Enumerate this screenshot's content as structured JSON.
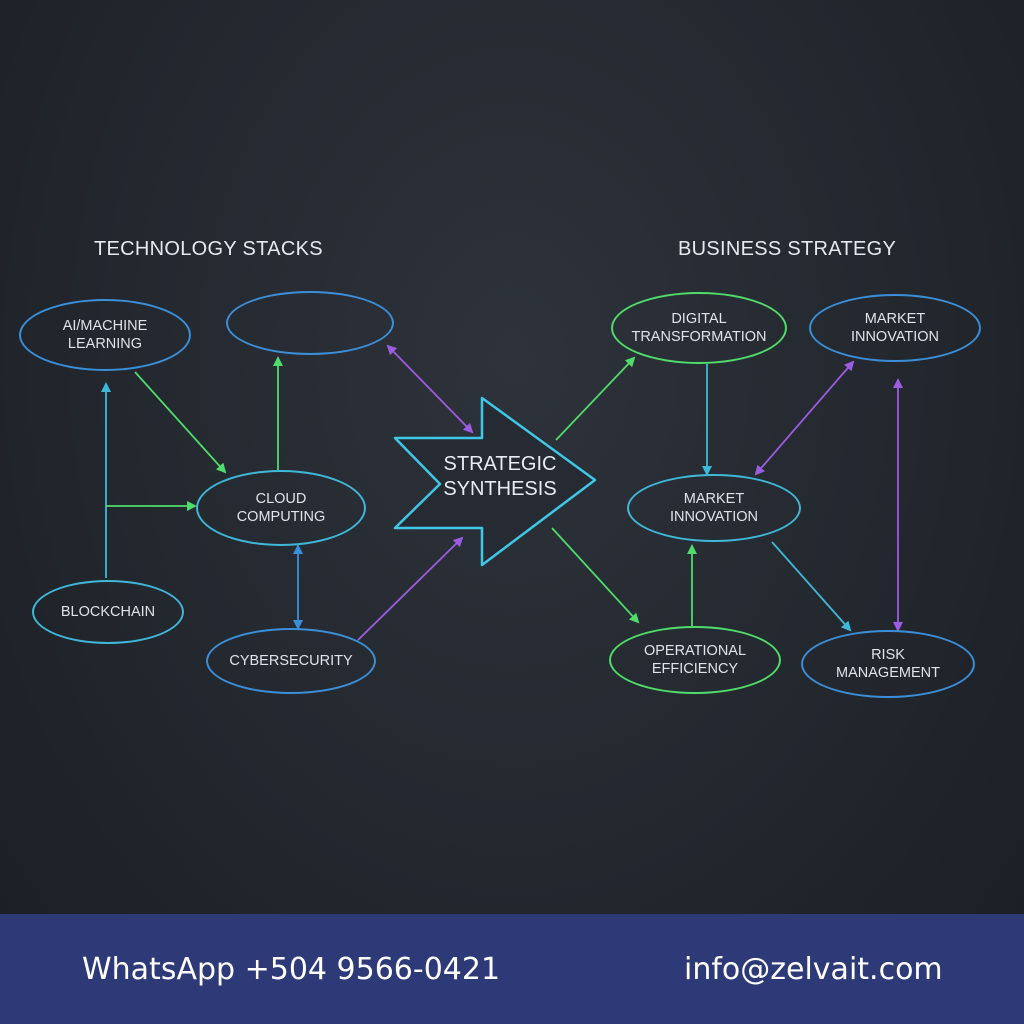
{
  "sections": {
    "tech_title": "TECHNOLOGY STACKS",
    "business_title": "BUSINESS STRATEGY"
  },
  "nodes": {
    "ai_ml": "AI/MACHINE LEARNING",
    "unlabeled": "",
    "cloud": "CLOUD COMPUTING",
    "blockchain": "BLOCKCHAIN",
    "cybersecurity": "CYBERSECURITY",
    "digital": "DIGITAL TRANSFORMATION",
    "market_top": "MARKET INNOVATION",
    "market_mid": "MARKET INNOVATION",
    "operational": "OPERATIONAL EFFICIENCY",
    "risk": "RISK MANAGEMENT"
  },
  "center": {
    "label": "STRATEGIC SYNTHESIS"
  },
  "footer": {
    "phone": "WhatsApp +504 9566-0421",
    "email": "info@zelvait.com"
  },
  "colors": {
    "cyan": "#3fb8d8",
    "blue": "#3b8fd9",
    "green": "#4fdc6a",
    "purple": "#9b5ce0",
    "footer_bg": "#2e3a78"
  }
}
